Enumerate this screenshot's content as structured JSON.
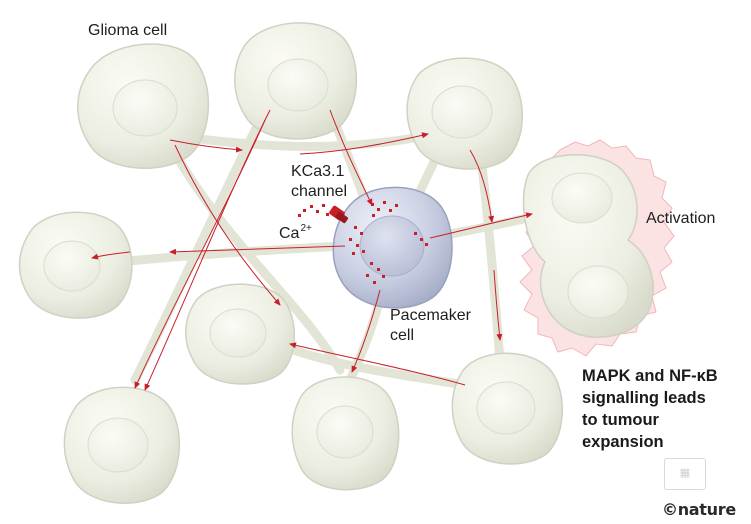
{
  "labels": {
    "glioma_cell": "Glioma cell",
    "kca_channel": [
      "KCa3.1",
      "channel"
    ],
    "calcium": "Ca",
    "calcium_charge": "2+",
    "pacemaker_cell": [
      "Pacemaker",
      "cell"
    ],
    "activation": "Activation",
    "outcome": [
      "MAPK and NF-κB",
      "signalling leads",
      "to tumour",
      "expansion"
    ]
  },
  "credit": "©nature",
  "colors": {
    "glioma_fill": "#f1f2e8",
    "glioma_outline": "#cfd1c3",
    "pacemaker_fill": "#c9cfe2",
    "signal_red": "#c8202a",
    "activation_glow": "#f4c4c6"
  }
}
